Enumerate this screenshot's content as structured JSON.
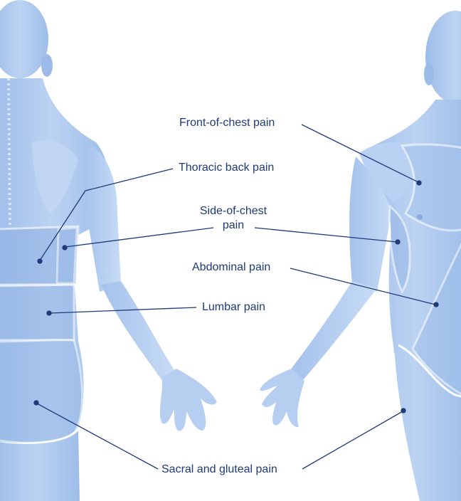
{
  "colors": {
    "body_fill": "#aac6ee",
    "body_light": "#cfe0f7",
    "body_shade": "#86a9dc",
    "region_outline": "#ffffff",
    "leader_line": "#1f3a78",
    "label_text": "#1f3a78"
  },
  "views": {
    "back": {
      "description_icon": "human-back-view"
    },
    "front": {
      "description_icon": "human-front-view"
    }
  },
  "labels": {
    "front_of_chest": "Front-of-chest pain",
    "thoracic_back": "Thoracic back pain",
    "side_of_chest_line1": "Side-of-chest",
    "side_of_chest_line2": "pain",
    "abdominal": "Abdominal pain",
    "lumbar": "Lumbar pain",
    "sacral_gluteal": "Sacral and gluteal pain"
  }
}
